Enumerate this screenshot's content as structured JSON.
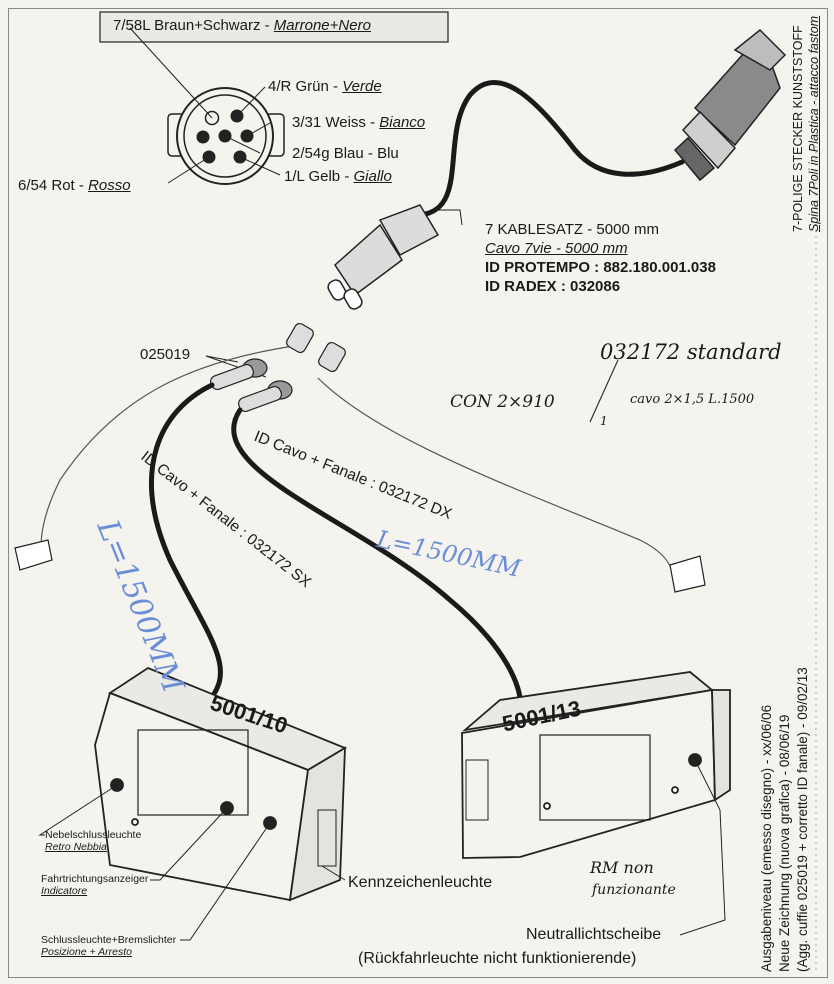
{
  "connector": {
    "top_box": {
      "prefix": "7/58L  Braun+Schwarz",
      "sep": " - ",
      "it": "Marrone+Nero"
    },
    "pins": [
      {
        "de": "4/R Grün",
        "sep": " - ",
        "it": "Verde"
      },
      {
        "de": "3/31 Weiss",
        "sep": " - ",
        "it": "Bianco"
      },
      {
        "de": "2/54g Blau",
        "sep": " - ",
        "it": "Blu"
      },
      {
        "de": "1/L  Gelb",
        "sep": " - ",
        "it": "Giallo"
      },
      {
        "de": "6/54 Rot",
        "sep": " - ",
        "it": "Rosso"
      }
    ]
  },
  "cable": {
    "line1": "7 KABLESATZ  - 5000 mm",
    "line2": "Cavo 7vie  - 5000 mm",
    "line3": "ID PROTEMPO : 882.180.001.038",
    "line4": "ID RADEX : 032086"
  },
  "plug": {
    "line1": "7-POLIGE STECKER KUNSTSTOFF",
    "line2": "Spina 7Poli in Plastica - attacco fastom"
  },
  "part_025019": "025019",
  "handwritten": {
    "std": "032172 standard",
    "con_a": "CON  2×910",
    "con_b": "1",
    "con_c": "cavo  2×1,5   L.1500",
    "len_left": "L=1500MM",
    "len_right": "L=1500MM",
    "rm1": "RM non",
    "rm2": "funzionante"
  },
  "cable_labels": {
    "sx": "ID Cavo + Fanale : 032172 SX",
    "dx": "ID Cavo + Fanale : 032172 DX"
  },
  "lamps": {
    "left": "5001/10",
    "right": "5001/13"
  },
  "callouts": [
    {
      "de": "Nebelschlussleuchte",
      "it": "Retro Nebbia"
    },
    {
      "de": "Fahrtrichtungsanzeiger",
      "it": "Indicatore"
    },
    {
      "de": "Schlussleuchte+Bremslichter",
      "it": "Posizione + Arresto"
    }
  ],
  "kennzeichen": "Kennzeichenleuchte",
  "neutral1": "Neutrallichtscheibe",
  "neutral2": "(Rückfahrleuchte nicht funktionierende)",
  "revisions": [
    "Ausgabeniveau (emesso disegno)    - xx/06/06",
    "Neue Zeichnung (nuova grafica)    - 08/06/19",
    "(Agg. cuffie 025019 + corretto ID fanale)  -  09/02/13"
  ]
}
